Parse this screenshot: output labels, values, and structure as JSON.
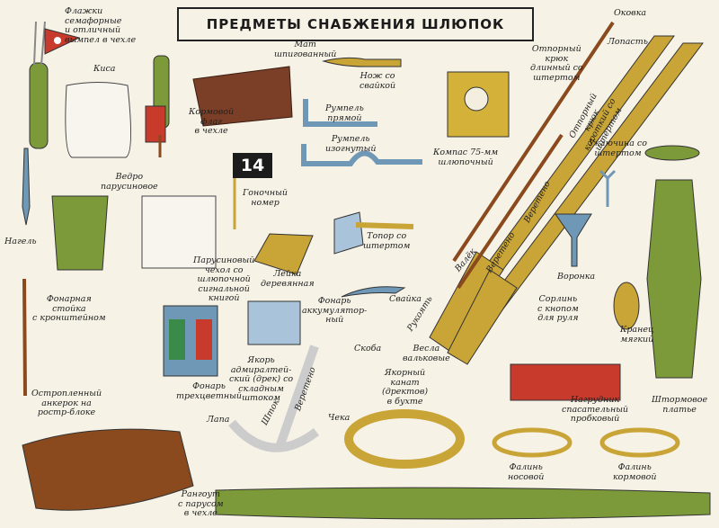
{
  "title": "ПРЕДМЕТЫ СНАБЖЕНИЯ ШЛЮПОК",
  "flag_number": "14",
  "labels": {
    "flags": "Флажки\nсемафорные\nи отличный\nвымпел в чехле",
    "kisa": "Киса",
    "mat": "Мат\nшпигованный",
    "knife": "Нож со\nсвайкой",
    "stern_flag": "Кормовой\nфлаг\nв чехле",
    "tiller_straight": "Румпель\nпрямой",
    "tiller_curved": "Румпель\nизогнутый",
    "compass": "Компас 75-мм\nшлюпочный",
    "okovka": "Оковка",
    "lopast": "Лопасть",
    "long_hook": "Отпорный\nкрюк\nдлинный со\nштертом",
    "short_hook": "Отпорный\nкрюк\nкороткий со\nштертом",
    "veretyono": "Веретено",
    "rowlock": "Уключина со\nштертом",
    "pin": "Нагель",
    "bucket": "Ведро\nпарусиновое",
    "gonochny": "Гоночный\nномер",
    "axe": "Топор со\nштертом",
    "valek": "Валёк",
    "shaft": "Веретено",
    "funnel": "Воронка",
    "cover": "Парусиновый\nчехол со\nшлюпочной\nсигнальной\nкнигой",
    "scoop": "Лейка\nдеревянная",
    "lamp": "Фонарь\nаккумулятор-\nный",
    "marlinspike": "Свайка",
    "lanyard": "Сорлинь\nс кнопом\nдля руля",
    "fender": "Кранец\nмягкий",
    "lamp_post": "Фонарная\nстойка\nс кронштейном",
    "tricolor_lamp": "Фонарь\nтрехцветный",
    "anchor": "Якорь\nадмиралтей-\nский (дрек) со\nскладным\nштоком",
    "skoba": "Скоба",
    "ruchka": "Рукоять",
    "oars": "Весла\nвальковые",
    "kakat": "Якорный\nканат\n(дректов)\nв бухте",
    "storm_suit": "Штормовое\nплатье",
    "keg": "Остропленный\nанкерок на\nростр-блоке",
    "shtok": "Шток",
    "veretyono_anchor": "Веретено",
    "cheka": "Чека",
    "lapa": "Лапа",
    "bib": "Нагрудник\nспасательный\nпробковый",
    "painter_bow": "Фалинь\nносовой",
    "painter_stern": "Фалинь\nкормовой",
    "rangout": "Рангоут\nс парусом\nв чехле"
  },
  "colors": {
    "background": "#f6f2e6",
    "green": "#7c9a3a",
    "yellow_wood": "#c9a436",
    "brown_wood": "#8a4a1e",
    "red": "#c73a2c",
    "blue_metal": "#6f97b6"
  }
}
